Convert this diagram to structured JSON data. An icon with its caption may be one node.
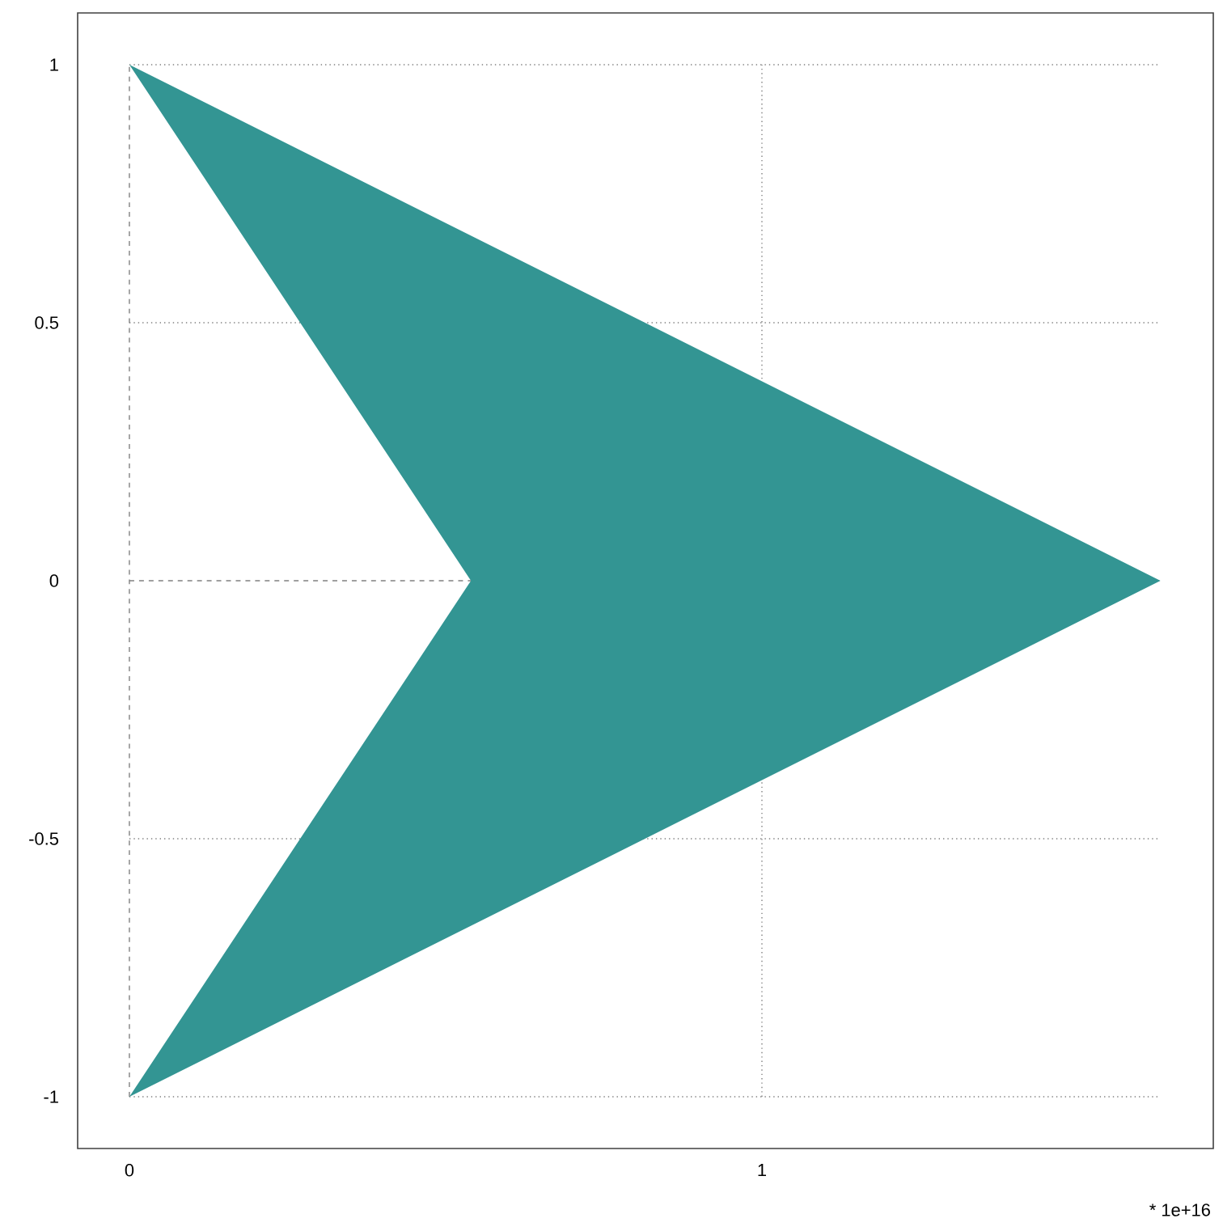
{
  "diagram": {
    "chart_data": {
      "type": "area",
      "x": [
        0,
        0.54,
        0,
        1.63,
        0
      ],
      "series": [
        {
          "color": "#339593",
          "values": [
            1,
            0,
            -1,
            0,
            1
          ]
        }
      ],
      "xlim": [
        -0.0818,
        1.7136
      ],
      "ylim": [
        -1.1003,
        1.1003
      ],
      "grid": true,
      "xticks": [
        0,
        1
      ],
      "yticks": [
        -1,
        -0.5,
        0,
        0.5,
        1
      ]
    },
    "labels": [
      "* 1e+16"
    ]
  }
}
